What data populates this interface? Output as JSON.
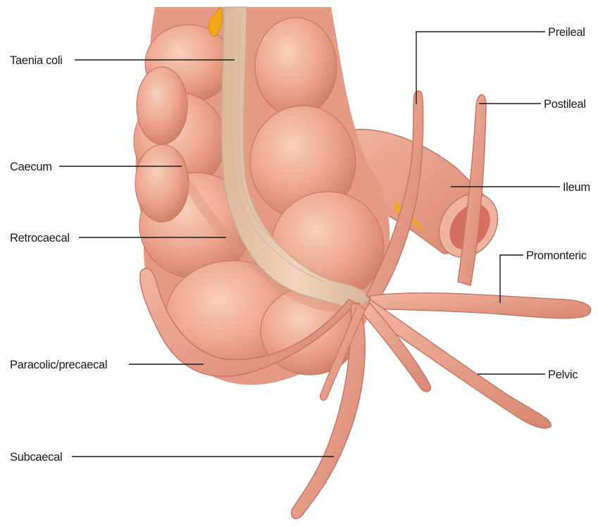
{
  "diagram": {
    "colors": {
      "tissue": "#e9a08c",
      "tissue_dark": "#c97560",
      "tissue_light": "#f6c8b8",
      "taenia": "#e8c8b0",
      "fat": "#f0a818",
      "lumen": "#d9786a",
      "background": "#ffffff"
    },
    "labels": {
      "taenia_coli": "Taenia coli",
      "caecum": "Caecum",
      "retrocaecal": "Retrocaecal",
      "paracolic": "Paracolic/precaecal",
      "subcaecal": "Subcaecal",
      "preileal": "Preileal",
      "postileal": "Postileal",
      "ileum": "Ileum",
      "promonteric": "Promonteric",
      "pelvic": "Pelvic"
    }
  }
}
